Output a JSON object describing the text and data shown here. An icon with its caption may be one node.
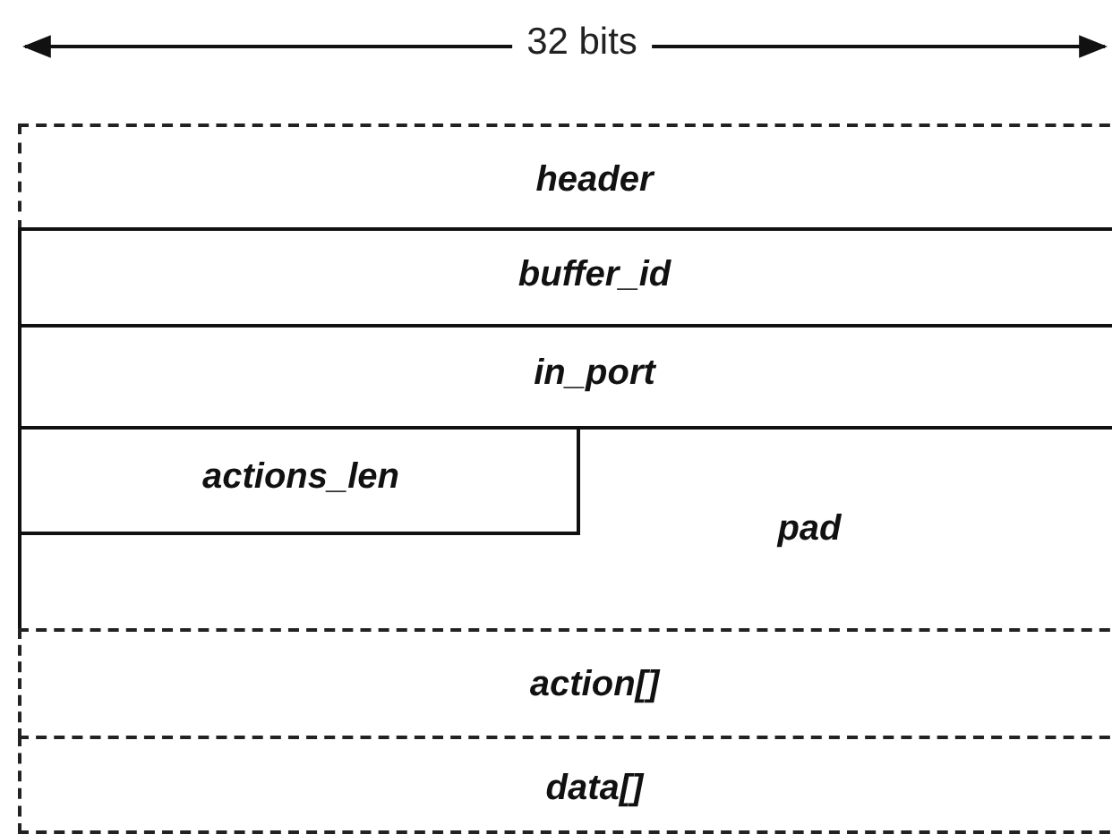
{
  "diagram": {
    "nodes": [
      {
        "text": [
          "header"
        ]
      },
      {
        "text": [
          "buffer_id"
        ]
      },
      {
        "text": [
          "in_port"
        ]
      },
      {
        "text": [
          "pad"
        ]
      },
      {
        "text": [
          "actions_len"
        ],
        "in": 3
      },
      {
        "text": [
          "action[]"
        ]
      },
      {
        "text": [
          "data[]"
        ]
      }
    ],
    "labels": [
      "32 bits"
    ]
  }
}
